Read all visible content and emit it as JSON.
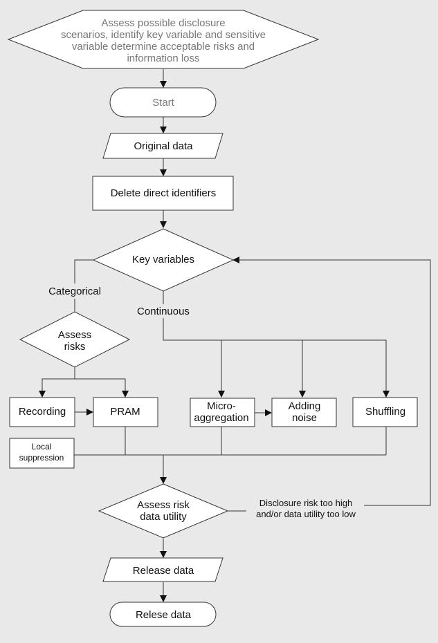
{
  "diagram": {
    "prep": [
      "Assess possible disclosure",
      "scenarios, identify key variable and sensitive",
      "variable determine acceptable risks and",
      "information loss"
    ],
    "start": "Start",
    "original_data": "Original data",
    "delete_identifiers": "Delete direct identifiers",
    "key_variables": "Key variables",
    "categorical": "Categorical",
    "continuous": "Continuous",
    "assess_risks": [
      "Assess",
      "risks"
    ],
    "recording": "Recording",
    "pram": "PRAM",
    "local_suppression": [
      "Local",
      "suppression"
    ],
    "micro_aggregation": [
      "Micro-",
      "aggregation"
    ],
    "adding_noise": [
      "Adding",
      "noise"
    ],
    "shuffling": "Shuffling",
    "assess_utility": [
      "Assess risk",
      "data utility"
    ],
    "feedback": [
      "Disclosure risk too high",
      "and/or data utility too low"
    ],
    "release_data": "Release data",
    "end": "Relese data"
  },
  "colors": {
    "background": "#e9e9e9",
    "shape_fill": "#ffffff",
    "stroke": "#333333",
    "muted_text": "#777777"
  }
}
